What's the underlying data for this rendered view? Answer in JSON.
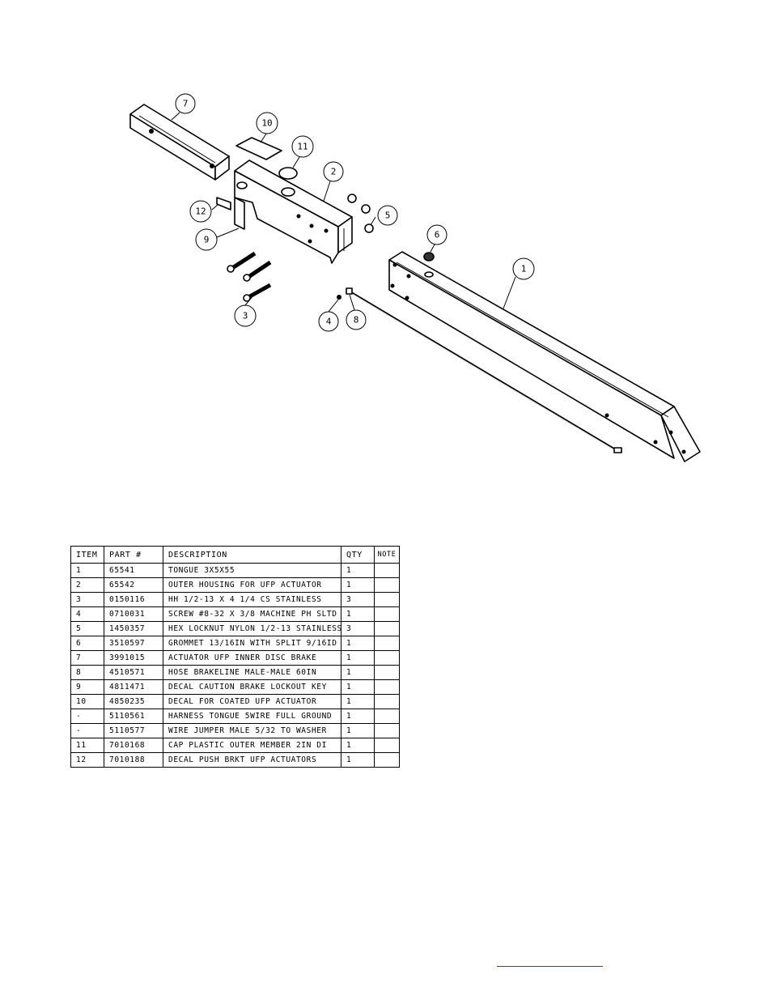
{
  "balloons": [
    {
      "num": "7"
    },
    {
      "num": "10"
    },
    {
      "num": "11"
    },
    {
      "num": "2"
    },
    {
      "num": "12"
    },
    {
      "num": "9"
    },
    {
      "num": "5"
    },
    {
      "num": "6"
    },
    {
      "num": "1"
    },
    {
      "num": "3"
    },
    {
      "num": "4"
    },
    {
      "num": "8"
    }
  ],
  "table": {
    "headers": {
      "item": "ITEM",
      "part": "PART #",
      "desc": "DESCRIPTION",
      "qty": "QTY",
      "note": "NOTE"
    },
    "rows": [
      {
        "item": "1",
        "part": "65541",
        "desc": "TONGUE 3X5X55",
        "qty": "1",
        "note": ""
      },
      {
        "item": "2",
        "part": "65542",
        "desc": "OUTER HOUSING FOR UFP ACTUATOR",
        "qty": "1",
        "note": ""
      },
      {
        "item": "3",
        "part": "0150116",
        "desc": "HH 1/2-13 X 4 1/4 CS STAINLESS",
        "qty": "3",
        "note": ""
      },
      {
        "item": "4",
        "part": "0710031",
        "desc": "SCREW #8-32 X 3/8 MACHINE PH SLTD",
        "qty": "1",
        "note": ""
      },
      {
        "item": "5",
        "part": "1450357",
        "desc": "HEX LOCKNUT NYLON 1/2-13 STAINLESS",
        "qty": "3",
        "note": ""
      },
      {
        "item": "6",
        "part": "3510597",
        "desc": "GROMMET 13/16IN  WITH SPLIT 9/16ID",
        "qty": "1",
        "note": ""
      },
      {
        "item": "7",
        "part": "3991015",
        "desc": "ACTUATOR UFP INNER  DISC BRAKE",
        "qty": "1",
        "note": ""
      },
      {
        "item": "8",
        "part": "4510571",
        "desc": "HOSE BRAKELINE MALE-MALE 60IN",
        "qty": "1",
        "note": ""
      },
      {
        "item": "9",
        "part": "4811471",
        "desc": "DECAL CAUTION BRAKE LOCKOUT KEY",
        "qty": "1",
        "note": ""
      },
      {
        "item": "10",
        "part": "4850235",
        "desc": "DECAL FOR COATED UFP ACTUATOR",
        "qty": "1",
        "note": ""
      },
      {
        "item": "-",
        "part": "5110561",
        "desc": "HARNESS TONGUE 5WIRE FULL GROUND",
        "qty": "1",
        "note": ""
      },
      {
        "item": "-",
        "part": "5110577",
        "desc": "WIRE JUMPER MALE 5/32 TO WASHER",
        "qty": "1",
        "note": ""
      },
      {
        "item": "11",
        "part": "7010168",
        "desc": "CAP  PLASTIC OUTER MEMBER 2IN DI",
        "qty": "1",
        "note": ""
      },
      {
        "item": "12",
        "part": "7010188",
        "desc": "DECAL PUSH BRKT UFP ACTUATORS",
        "qty": "1",
        "note": ""
      }
    ]
  },
  "colors": {
    "line": "#000000",
    "link": "#1a3cff",
    "background": "#ffffff"
  }
}
